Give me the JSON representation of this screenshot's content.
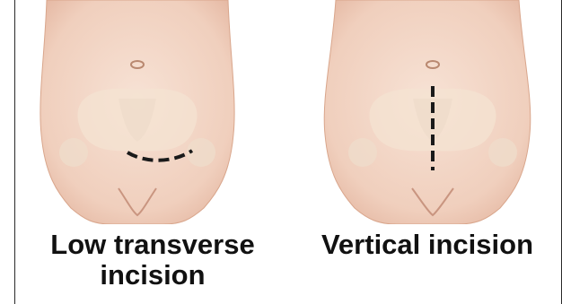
{
  "panels": [
    {
      "caption_lines": [
        "Low transverse",
        "incision"
      ]
    },
    {
      "caption_lines": [
        "Vertical incision"
      ]
    }
  ],
  "colors": {
    "background": "#ffffff",
    "skin": "#f3d6c6",
    "skin_shadow": "#e2b7a1",
    "bone": "#f4e3d2",
    "incision": "#1a1a1a",
    "text": "#111111"
  }
}
